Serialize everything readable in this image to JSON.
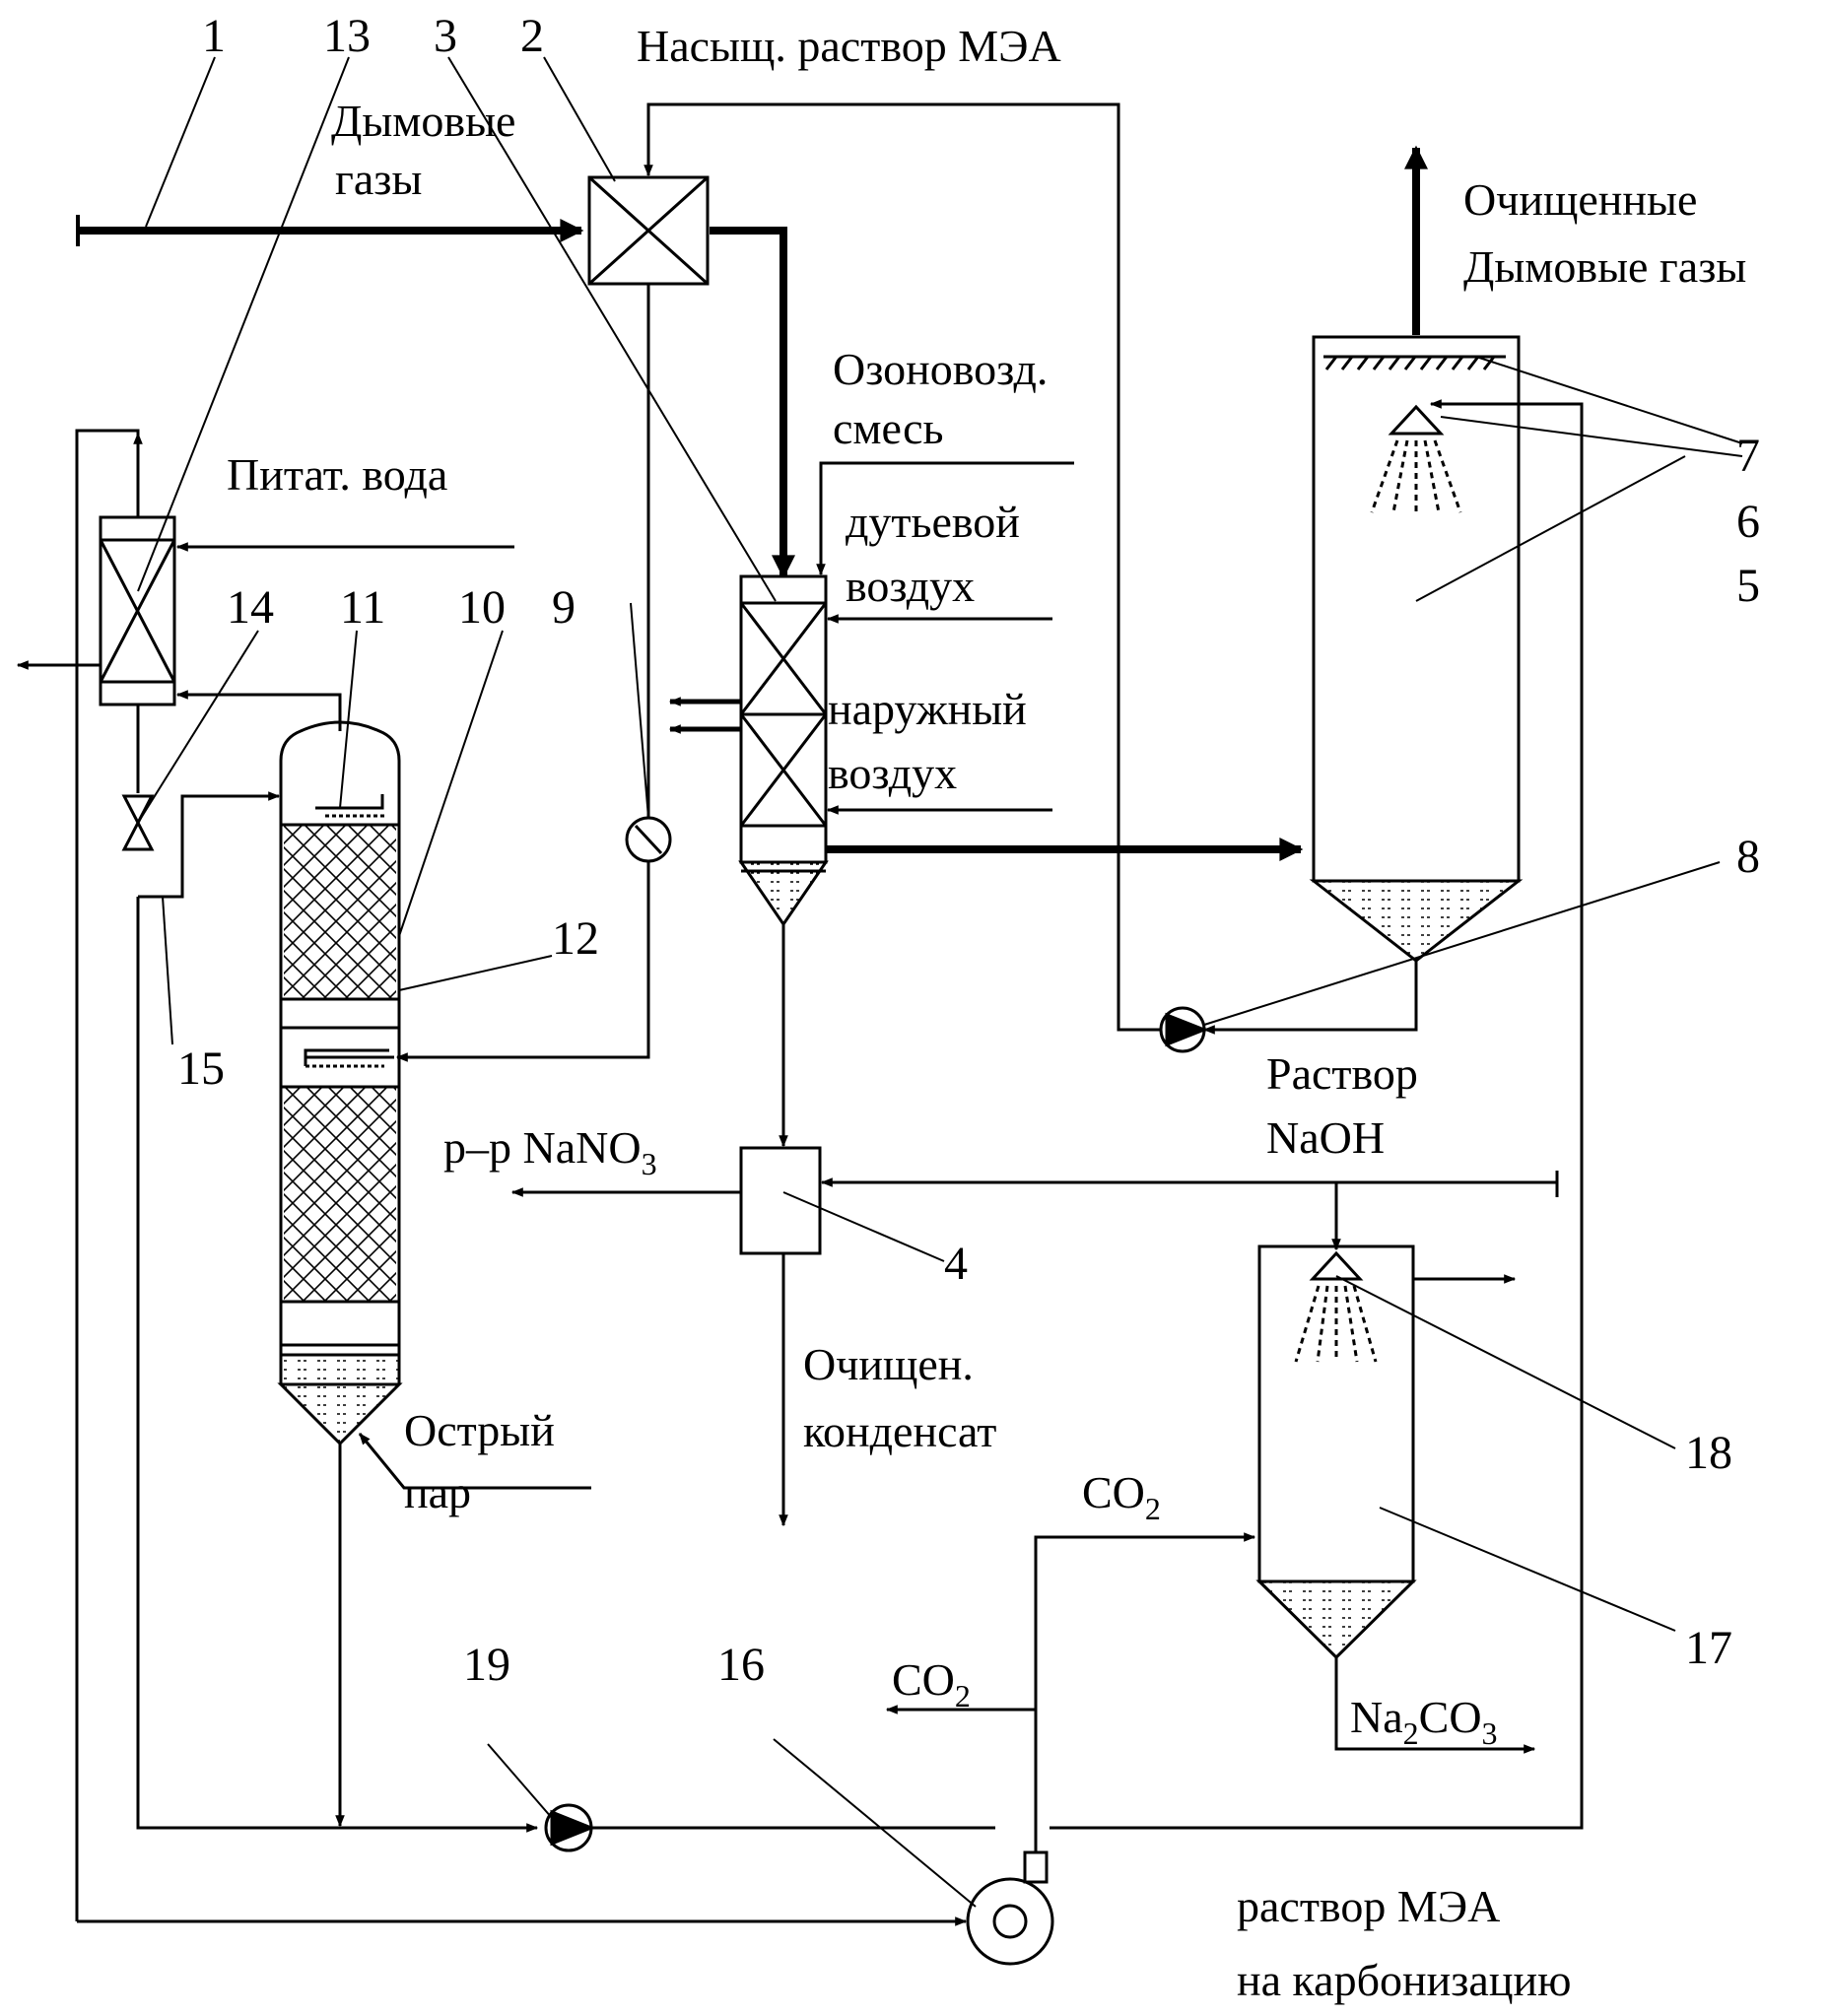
{
  "labels": {
    "flue_gas_line1": "Дымовые",
    "flue_gas_line2": "газы",
    "saturated_mea": "Насыщ. раствор МЭА",
    "cleaned_gas_line1": "Очищенные",
    "cleaned_gas_line2": "Дымовые газы",
    "ozone_air_line1": "Озоновозд.",
    "ozone_air_line2": "смесь",
    "blow_air_line1": "дутьевой",
    "blow_air_line2": "воздух",
    "outside_air_line1": "наружный",
    "outside_air_line2": "воздух",
    "feed_water": "Питат. вода",
    "naoh_line1": "Раствор",
    "naoh_line2": "NaOH",
    "nano3_prefix": "р–р NaNO",
    "nano3_sub": "3",
    "clean_condensate_line1": "Очищен.",
    "clean_condensate_line2": "конденсат",
    "live_steam_line1": "Острый",
    "live_steam_line2": "пар",
    "co2_upper_main": "CO",
    "co2_upper_sub": "2",
    "co2_lower_main": "CO",
    "co2_lower_sub": "2",
    "na2co3_a": "Na",
    "na2co3_b": "2",
    "na2co3_c": "CO",
    "na2co3_d": "3",
    "mea_carbonization_line1": "раствор МЭА",
    "mea_carbonization_line2": "на карбонизацию"
  },
  "numbers": {
    "n1": "1",
    "n2": "2",
    "n3": "3",
    "n4": "4",
    "n5": "5",
    "n6": "6",
    "n7": "7",
    "n8": "8",
    "n9": "9",
    "n10": "10",
    "n11": "11",
    "n12": "12",
    "n13": "13",
    "n14": "14",
    "n15": "15",
    "n16": "16",
    "n17": "17",
    "n18": "18",
    "n19": "19"
  }
}
